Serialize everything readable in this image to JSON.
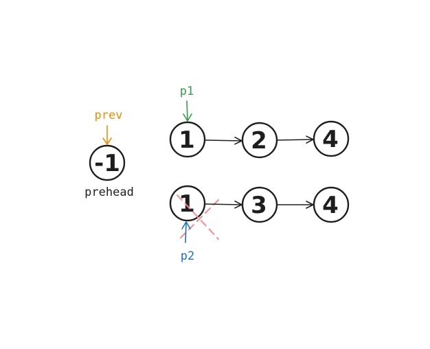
{
  "colors": {
    "ink": "#1e1e1e",
    "prev": "#f08c00",
    "p1": "#2f9e44",
    "p2": "#1971c2",
    "cross": "#ff8787"
  },
  "prehead": {
    "value": "-1",
    "caption": "prehead"
  },
  "pointers": {
    "prev": "prev",
    "p1": "p1",
    "p2": "p2"
  },
  "list1": [
    "1",
    "2",
    "4"
  ],
  "list2": [
    "1",
    "3",
    "4"
  ]
}
